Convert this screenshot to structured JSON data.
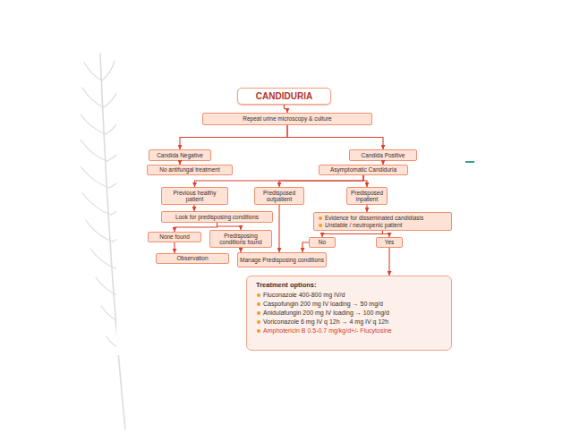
{
  "diagram": {
    "nodes": [
      {
        "text": [
          "CANDIDURIA"
        ]
      },
      {
        "text": [
          "Repeat urine microscopy & culture"
        ]
      },
      {
        "text": [
          "Candida Negative"
        ]
      },
      {
        "text": [
          "Candida Positive"
        ]
      },
      {
        "text": [
          "No antifungal treatment"
        ]
      },
      {
        "text": [
          "Asymptomatic Candiduria"
        ]
      },
      {
        "text": [
          "Previous healthy patient"
        ]
      },
      {
        "text": [
          "Predisposed outpatient"
        ]
      },
      {
        "text": [
          "Predisposed inpatient"
        ]
      },
      {
        "text": [
          "Look for predisposing conditions"
        ]
      },
      {
        "text": [
          "Evidence for disseminated candidiasis",
          "Unstable / neutropenic patient"
        ]
      },
      {
        "text": [
          "None found"
        ]
      },
      {
        "text": [
          "Predisposing conditions found"
        ]
      },
      {
        "text": [
          "No"
        ]
      },
      {
        "text": [
          "Yes"
        ]
      },
      {
        "text": [
          "Observation"
        ]
      },
      {
        "text": [
          "Manage Predisposing conditions"
        ]
      },
      {
        "text": [
          "Treatment options:",
          "Fluconazole 400-800 mg IV/d",
          "Caspofungin 200 mg IV loading → 50 mg/d",
          "Anidulafungin 200 mg IV loading → 100 mg/d",
          "Voriconazole 6 mg IV q 12h → 4 mg IV q 12h",
          "Amphotericin B 0.5-0.7 mg/kg/d+/- Flucytosine"
        ]
      }
    ],
    "edges": [
      {
        "from": 0,
        "to": 1,
        "arrow": "to"
      },
      {
        "from": 1,
        "to": 2,
        "arrow": "to"
      },
      {
        "from": 1,
        "to": 3,
        "arrow": "to"
      },
      {
        "from": 2,
        "to": 4,
        "arrow": "to"
      },
      {
        "from": 3,
        "to": 5,
        "arrow": "to"
      },
      {
        "from": 5,
        "to": 6,
        "arrow": "to"
      },
      {
        "from": 5,
        "to": 7,
        "arrow": "to"
      },
      {
        "from": 5,
        "to": 8,
        "arrow": "to"
      },
      {
        "from": 6,
        "to": 9,
        "arrow": "to"
      },
      {
        "from": 8,
        "to": 10,
        "arrow": "to"
      },
      {
        "from": 9,
        "to": 11,
        "arrow": "to"
      },
      {
        "from": 9,
        "to": 12,
        "arrow": "to"
      },
      {
        "from": 10,
        "to": 13,
        "arrow": "to"
      },
      {
        "from": 10,
        "to": 14,
        "arrow": "to"
      },
      {
        "from": 11,
        "to": 15,
        "arrow": "to"
      },
      {
        "from": 12,
        "to": 16,
        "arrow": "to"
      },
      {
        "from": 7,
        "to": 16,
        "arrow": "to"
      },
      {
        "from": 13,
        "to": 16,
        "arrow": "to"
      },
      {
        "from": 14,
        "to": 17,
        "arrow": "to"
      }
    ]
  }
}
